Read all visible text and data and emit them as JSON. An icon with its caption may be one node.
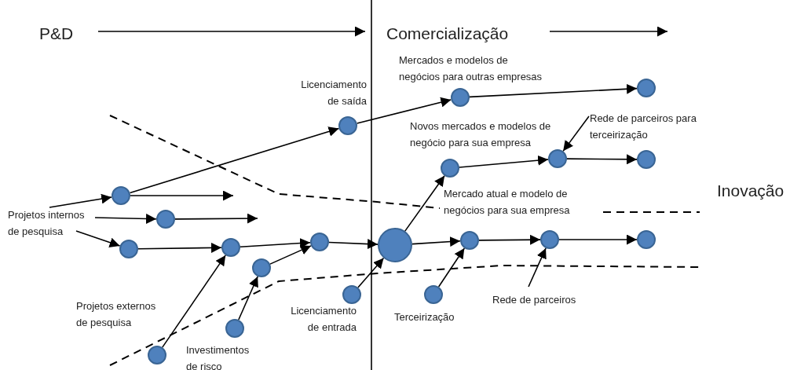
{
  "diagram": {
    "nodes": [
      {
        "text": [
          "Projetos internos de pesquisa"
        ]
      },
      {
        "text": [],
        "shape": "circle"
      },
      {
        "text": [],
        "shape": "circle"
      },
      {
        "text": [],
        "shape": "circle"
      },
      {
        "text": [],
        "shape": "circle",
        "beside": [
          "Licenciamento de saída"
        ]
      },
      {
        "text": [],
        "shape": "circle"
      },
      {
        "text": [],
        "shape": "circle"
      },
      {
        "text": [],
        "shape": "circle"
      },
      {
        "text": [],
        "shape": "circle"
      },
      {
        "text": [],
        "shape": "circle"
      },
      {
        "text": [],
        "shape": "circle"
      },
      {
        "text": [],
        "shape": "circle"
      },
      {
        "text": [],
        "shape": "circle"
      },
      {
        "text": [],
        "shape": "circle"
      },
      {
        "text": [],
        "shape": "circle"
      },
      {
        "text": [],
        "shape": "circle"
      },
      {
        "text": [],
        "shape": "circle"
      },
      {
        "text": [],
        "shape": "circle",
        "beside": [
          "Projetos externos de pesquisa"
        ]
      },
      {
        "text": [],
        "shape": "circle",
        "beside": [
          "Investimentos de risco"
        ]
      },
      {
        "text": [],
        "shape": "circle",
        "beside": [
          "Licenciamento de entrada"
        ]
      },
      {
        "text": [],
        "shape": "circle",
        "beside": [
          "Terceirização"
        ]
      },
      {
        "text": [
          "Rede de parceiros para terceirização"
        ]
      },
      {
        "text": [
          "Rede de parceiros"
        ]
      }
    ],
    "edges": [
      {
        "from": 0,
        "to": 1,
        "arrow": "to"
      },
      {
        "from": 1,
        "to": null,
        "arrow": "to"
      },
      {
        "from": 1,
        "to": 4,
        "arrow": "to"
      },
      {
        "from": 4,
        "to": 5,
        "arrow": "to"
      },
      {
        "from": 5,
        "to": 6,
        "arrow": "to"
      },
      {
        "from": 0,
        "to": 2,
        "arrow": "to"
      },
      {
        "from": 2,
        "to": null,
        "arrow": "to"
      },
      {
        "from": 0,
        "to": 3,
        "arrow": "to"
      },
      {
        "from": 3,
        "to": 10,
        "arrow": "to"
      },
      {
        "from": 10,
        "to": 11,
        "arrow": "to"
      },
      {
        "from": 11,
        "to": 13,
        "arrow": "to"
      },
      {
        "from": 17,
        "to": 10,
        "arrow": "to"
      },
      {
        "from": 18,
        "to": 12,
        "arrow": "to"
      },
      {
        "from": 12,
        "to": 11,
        "arrow": "to"
      },
      {
        "from": 19,
        "to": 13,
        "arrow": "to"
      },
      {
        "from": 13,
        "to": 14,
        "arrow": "to"
      },
      {
        "from": 14,
        "to": 15,
        "arrow": "to"
      },
      {
        "from": 15,
        "to": 16,
        "arrow": "to"
      },
      {
        "from": 20,
        "to": 14,
        "arrow": "to"
      },
      {
        "from": 22,
        "to": 15,
        "arrow": "to"
      },
      {
        "from": 13,
        "to": 7,
        "arrow": "to"
      },
      {
        "from": 7,
        "to": 8,
        "arrow": "to"
      },
      {
        "from": 8,
        "to": 9,
        "arrow": "to"
      },
      {
        "from": 21,
        "to": 8,
        "arrow": "to"
      }
    ],
    "labels": [
      "P&D",
      "Comercialização",
      "Mercados e modelos de negócios para outras empresas",
      "Novos mercados e modelos de negócio para sua empresa",
      "Inovação",
      "Mercado atual e modelo de negócios para sua empresa"
    ]
  }
}
